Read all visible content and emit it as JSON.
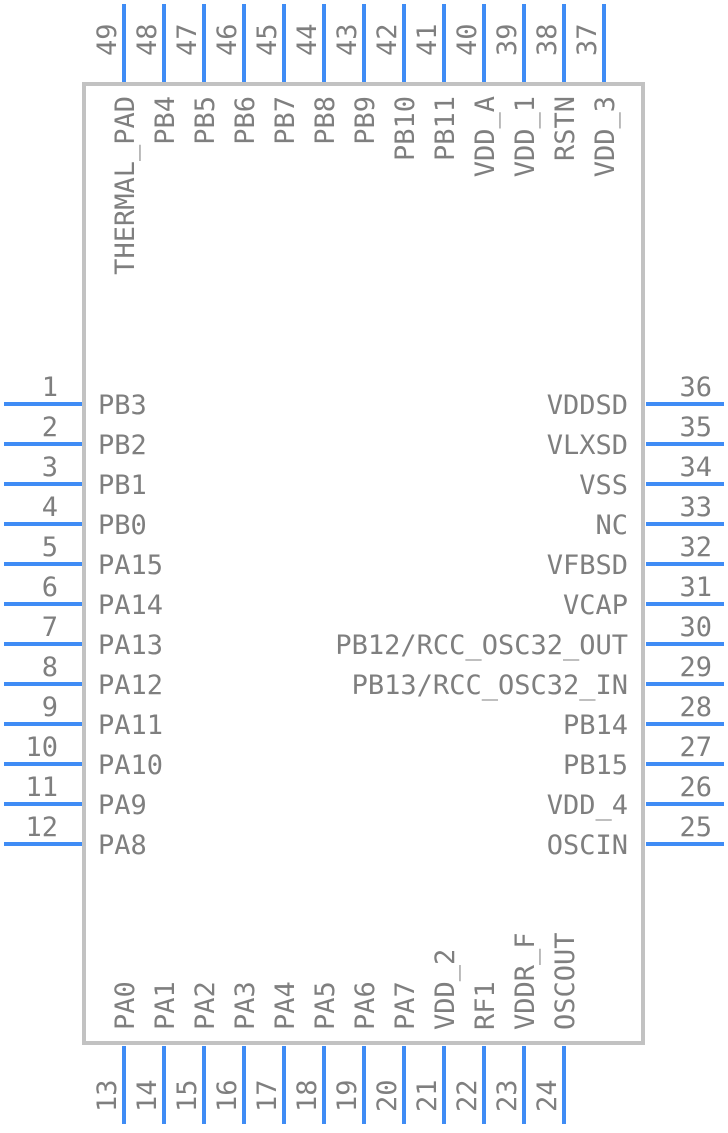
{
  "colors": {
    "pin": "#3f8cf5",
    "body": "#c2c2c2",
    "text": "#7f7f7f",
    "background": "#ffffff"
  },
  "left_pins": [
    {
      "num": "1",
      "label": "PB3"
    },
    {
      "num": "2",
      "label": "PB2"
    },
    {
      "num": "3",
      "label": "PB1"
    },
    {
      "num": "4",
      "label": "PB0"
    },
    {
      "num": "5",
      "label": "PA15"
    },
    {
      "num": "6",
      "label": "PA14"
    },
    {
      "num": "7",
      "label": "PA13"
    },
    {
      "num": "8",
      "label": "PA12"
    },
    {
      "num": "9",
      "label": "PA11"
    },
    {
      "num": "10",
      "label": "PA10"
    },
    {
      "num": "11",
      "label": "PA9"
    },
    {
      "num": "12",
      "label": "PA8"
    }
  ],
  "right_pins": [
    {
      "num": "36",
      "label": "VDDSD"
    },
    {
      "num": "35",
      "label": "VLXSD"
    },
    {
      "num": "34",
      "label": "VSS"
    },
    {
      "num": "33",
      "label": "NC"
    },
    {
      "num": "32",
      "label": "VFBSD"
    },
    {
      "num": "31",
      "label": "VCAP"
    },
    {
      "num": "30",
      "label": "PB12/RCC_OSC32_OUT"
    },
    {
      "num": "29",
      "label": "PB13/RCC_OSC32_IN"
    },
    {
      "num": "28",
      "label": "PB14"
    },
    {
      "num": "27",
      "label": "PB15"
    },
    {
      "num": "26",
      "label": "VDD_4"
    },
    {
      "num": "25",
      "label": "OSCIN"
    }
  ],
  "top_pins": [
    {
      "num": "49",
      "label": "THERMAL_PAD"
    },
    {
      "num": "48",
      "label": "PB4"
    },
    {
      "num": "47",
      "label": "PB5"
    },
    {
      "num": "46",
      "label": "PB6"
    },
    {
      "num": "45",
      "label": "PB7"
    },
    {
      "num": "44",
      "label": "PB8"
    },
    {
      "num": "43",
      "label": "PB9"
    },
    {
      "num": "42",
      "label": "PB10"
    },
    {
      "num": "41",
      "label": "PB11"
    },
    {
      "num": "40",
      "label": "VDD_A"
    },
    {
      "num": "39",
      "label": "VDD_1"
    },
    {
      "num": "38",
      "label": "RSTN"
    },
    {
      "num": "37",
      "label": "VDD_3"
    }
  ],
  "bottom_pins": [
    {
      "num": "13",
      "label": "PA0"
    },
    {
      "num": "14",
      "label": "PA1"
    },
    {
      "num": "15",
      "label": "PA2"
    },
    {
      "num": "16",
      "label": "PA3"
    },
    {
      "num": "17",
      "label": "PA4"
    },
    {
      "num": "18",
      "label": "PA5"
    },
    {
      "num": "19",
      "label": "PA6"
    },
    {
      "num": "20",
      "label": "PA7"
    },
    {
      "num": "21",
      "label": "VDD_2"
    },
    {
      "num": "22",
      "label": "RF1"
    },
    {
      "num": "23",
      "label": "VDDR_F"
    },
    {
      "num": "24",
      "label": "OSCOUT"
    }
  ]
}
